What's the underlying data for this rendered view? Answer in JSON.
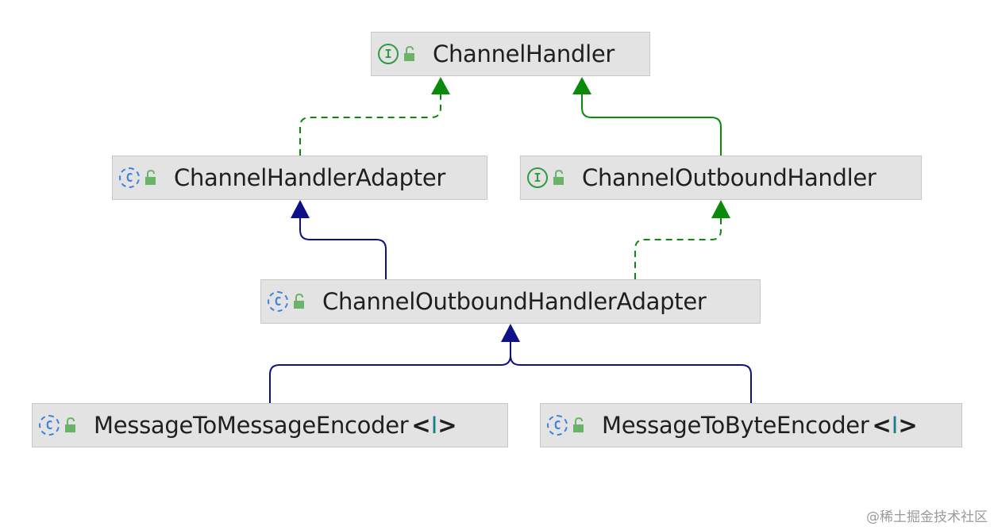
{
  "nodes": {
    "channel_handler": {
      "kind_letter": "I",
      "kind": "interface",
      "name": "ChannelHandler"
    },
    "channel_handler_adapter": {
      "kind_letter": "C",
      "kind": "class",
      "name": "ChannelHandlerAdapter"
    },
    "channel_outbound_handler": {
      "kind_letter": "I",
      "kind": "interface",
      "name": "ChannelOutboundHandler"
    },
    "channel_outbound_handler_adapter": {
      "kind_letter": "C",
      "kind": "class",
      "name": "ChannelOutboundHandlerAdapter"
    },
    "message_to_message_encoder": {
      "kind_letter": "C",
      "kind": "class",
      "name": "MessageToMessageEncoder",
      "type_open": "<",
      "type_var": "I",
      "type_close": ">"
    },
    "message_to_byte_encoder": {
      "kind_letter": "C",
      "kind": "class",
      "name": "MessageToByteEncoder",
      "type_open": "<",
      "type_var": "I",
      "type_close": ">"
    }
  },
  "edges": [
    {
      "from": "channel_handler_adapter",
      "to": "channel_handler",
      "relation": "implements"
    },
    {
      "from": "channel_outbound_handler",
      "to": "channel_handler",
      "relation": "extends-interface"
    },
    {
      "from": "channel_outbound_handler_adapter",
      "to": "channel_handler_adapter",
      "relation": "extends"
    },
    {
      "from": "channel_outbound_handler_adapter",
      "to": "channel_outbound_handler",
      "relation": "implements"
    },
    {
      "from": "message_to_message_encoder",
      "to": "channel_outbound_handler_adapter",
      "relation": "extends"
    },
    {
      "from": "message_to_byte_encoder",
      "to": "channel_outbound_handler_adapter",
      "relation": "extends"
    }
  ],
  "colors": {
    "implements": "#0a8a0a",
    "extends": "#0f0f8a",
    "node_bg": "#e3e3e3",
    "interface_icon": "#2e9b45",
    "class_icon": "#3f82e0",
    "lock": "#6ab46a"
  },
  "watermark": "@稀土掘金技术社区"
}
